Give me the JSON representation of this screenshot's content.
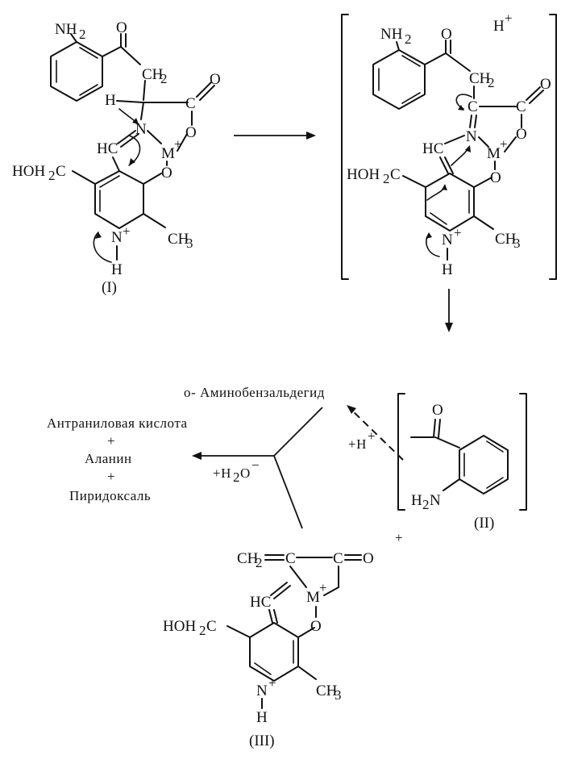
{
  "molecules": {
    "I": {
      "label": "(I)",
      "atoms": {
        "nh2": "NH",
        "nh2_sub": "2",
        "o_keto": "O",
        "ch2": "CH",
        "ch2_sub": "2",
        "h": "H",
        "n": "N",
        "o_carb": "O",
        "c_carb": "C",
        "o_link": "O",
        "m": "M",
        "m_charge": "+",
        "hc": "HC",
        "o_ring": "O",
        "hoh2c": "HOH",
        "hoh2c_sub": "2",
        "hoh2c_c": "C",
        "n_ring": "N",
        "n_charge": "+",
        "h_n": "H",
        "ch3": "CH",
        "ch3_sub": "3"
      }
    },
    "intermediate": {
      "h_plus": "H",
      "h_plus_charge": "+",
      "atoms": {
        "nh2": "NH",
        "nh2_sub": "2",
        "o_keto": "O",
        "ch2": "CH",
        "ch2_sub": "2",
        "c_alpha": "C",
        "n": "N",
        "o_carb": "O",
        "c_carb": "C",
        "o_link": "O",
        "m": "M",
        "m_charge": "+",
        "hc": "HC",
        "o_ring": "O",
        "hoh2c": "HOH",
        "hoh2c_sub": "2",
        "hoh2c_c": "C",
        "n_ring": "N",
        "n_charge": "+",
        "h_n": "H",
        "ch3": "CH",
        "ch3_sub": "3"
      }
    },
    "II": {
      "label": "(II)",
      "atoms": {
        "o": "O",
        "h2n": "H",
        "h2n_sub": "2",
        "h2n_n": "N"
      }
    },
    "III": {
      "label": "(III)",
      "atoms": {
        "ch2": "CH",
        "ch2_sub": "2",
        "c_mid": "C",
        "c_co": "C",
        "o": "O",
        "hc": "HC",
        "m": "M",
        "m_charge": "+",
        "o_ring": "O",
        "hoh2c": "HOH",
        "hoh2c_sub": "2",
        "hoh2c_c": "C",
        "n_ring": "N",
        "n_charge": "+",
        "h_n": "H",
        "ch3": "CH",
        "ch3_sub": "3"
      }
    }
  },
  "texts": {
    "aminobenzaldehyde_prefix": "о-",
    "aminobenzaldehyde": "Аминобензальдегид",
    "anthranilic_acid": "Антраниловая кислота",
    "plus1": "+",
    "alanine": "Аланин",
    "plus2": "+",
    "pyridoxal": "Пиридоксаль",
    "plus_h": "+H",
    "plus_h_charge": "+",
    "plus_h2o": "+H",
    "plus_h2o_sub": "2",
    "plus_h2o_o": "O",
    "plus_h2o_charge": "−",
    "plus_between": "+"
  }
}
